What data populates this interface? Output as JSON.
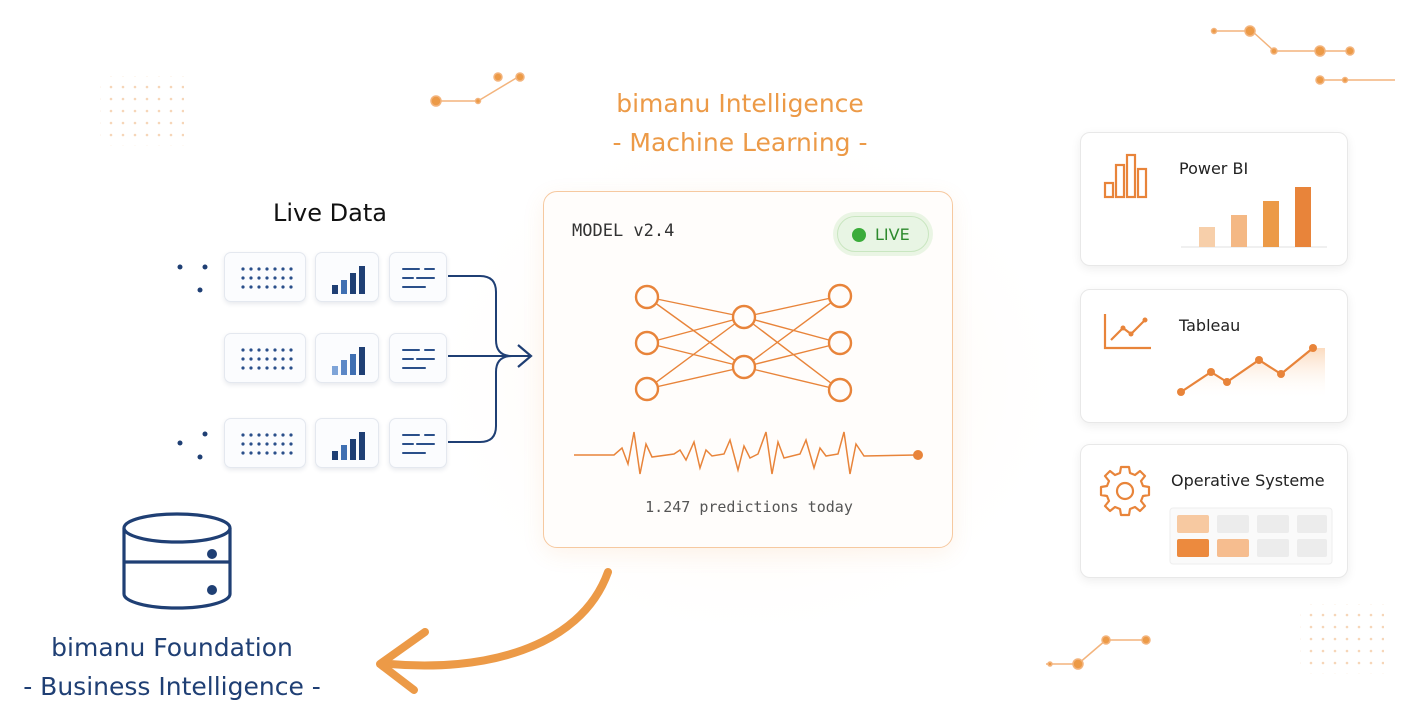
{
  "header": {
    "line1": "bimanu Intelligence",
    "line2": "- Machine Learning -"
  },
  "live_data": {
    "title": "Live Data"
  },
  "model": {
    "label": "MODEL v2.4",
    "badge": "LIVE",
    "predictions": "1.247 predictions today"
  },
  "outputs": [
    {
      "title": "Power BI",
      "icon": "bar-chart-icon"
    },
    {
      "title": "Tableau",
      "icon": "line-chart-icon"
    },
    {
      "title": "Operative Systeme",
      "icon": "gear-icon"
    }
  ],
  "foundation": {
    "line1": "bimanu Foundation",
    "line2": "- Business Intelligence -",
    "icon": "database-icon"
  },
  "colors": {
    "orange": "#ec9a47",
    "navy": "#1f3f74",
    "live_green": "#3aac3a"
  }
}
